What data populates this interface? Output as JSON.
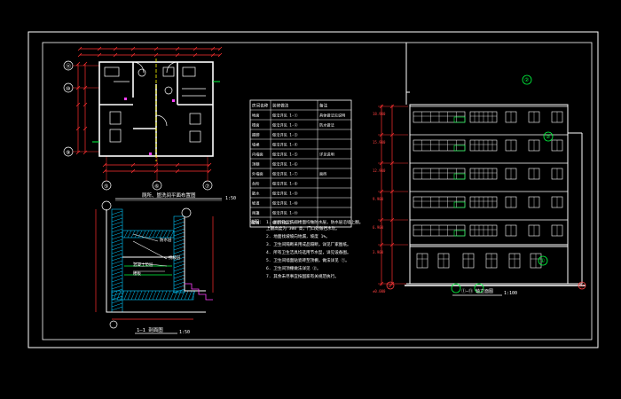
{
  "colors": {
    "background": "#000000",
    "frame": "#ffffff",
    "wall": "#ffffff",
    "dimension": "#ff3030",
    "axis": "#ff4040",
    "hatch": "#00c8ff",
    "green": "#00ff40",
    "yellow": "#ffff00",
    "magenta": "#ff40ff",
    "cyan": "#00ffff",
    "gray": "#a0a0a0"
  },
  "plan": {
    "title": "厕所、盥洗间平面布置图",
    "scale": "1:50",
    "axis_rows": [
      "⑪",
      "⑩",
      "⑨"
    ],
    "axis_cols": [
      "⑤",
      "⑥",
      "⑦"
    ]
  },
  "section": {
    "title": "1—1 剖面图",
    "scale": "1:50",
    "notes": [
      "防水层",
      "找坡层",
      "混凝土垫层",
      "楼板"
    ]
  },
  "table": {
    "headers": [
      "房间名称",
      "装修做法",
      "备注"
    ],
    "rows": [
      [
        "地面",
        "做法详见 1-①",
        "具体做法见说明"
      ],
      [
        "楼面",
        "做法详见 1-②",
        "防水做法"
      ],
      [
        "踢脚",
        "做法详见 1-③",
        ""
      ],
      [
        "墙裙",
        "做法详见 1-④",
        ""
      ],
      [
        "内墙面",
        "做法详见 1-⑤",
        "详见说明"
      ],
      [
        "顶棚",
        "做法详见 1-⑥",
        ""
      ],
      [
        "外墙面",
        "做法详见 1-⑦",
        "面砖"
      ],
      [
        "台阶",
        "做法详见 1-⑧",
        ""
      ],
      [
        "散水",
        "做法详见 1-⑨",
        ""
      ],
      [
        "坡道",
        "做法详见 1-⑩",
        ""
      ],
      [
        "雨篷",
        "做法详见 1-⑪",
        ""
      ],
      [
        "屋面",
        "做法详见 1-⑫",
        ""
      ]
    ]
  },
  "notes": {
    "heading": "说明：",
    "lines": [
      "1. 厕所及盥洗间楼面均做防水层，防水层沿墙上翻。",
      "   上翻高度为 300 高，门口处做挡水坎。",
      "2. 地面找坡坡向地漏，坡度 1%。",
      "3. 卫生间隔断采用成品隔断，详见厂家图纸。",
      "4. 所有卫生洁具均选用节水型，详见设备图。",
      "5. 卫生间墙面贴瓷砖至顶棚，做法详见 ①。",
      "6. 卫生间顶棚做法详见 ②。",
      "7. 其余未尽事宜按国家有关规范执行。"
    ]
  },
  "elevation": {
    "title": "①—⑪ 轴立面图",
    "scale": "1:100",
    "callouts": [
      "②",
      "②",
      "①"
    ],
    "elevation_marks": [
      "18.900",
      "15.900",
      "12.900",
      "9.900",
      "6.900",
      "3.900",
      "±0.000"
    ],
    "axis_left": "①",
    "axis_right": "⑪"
  }
}
